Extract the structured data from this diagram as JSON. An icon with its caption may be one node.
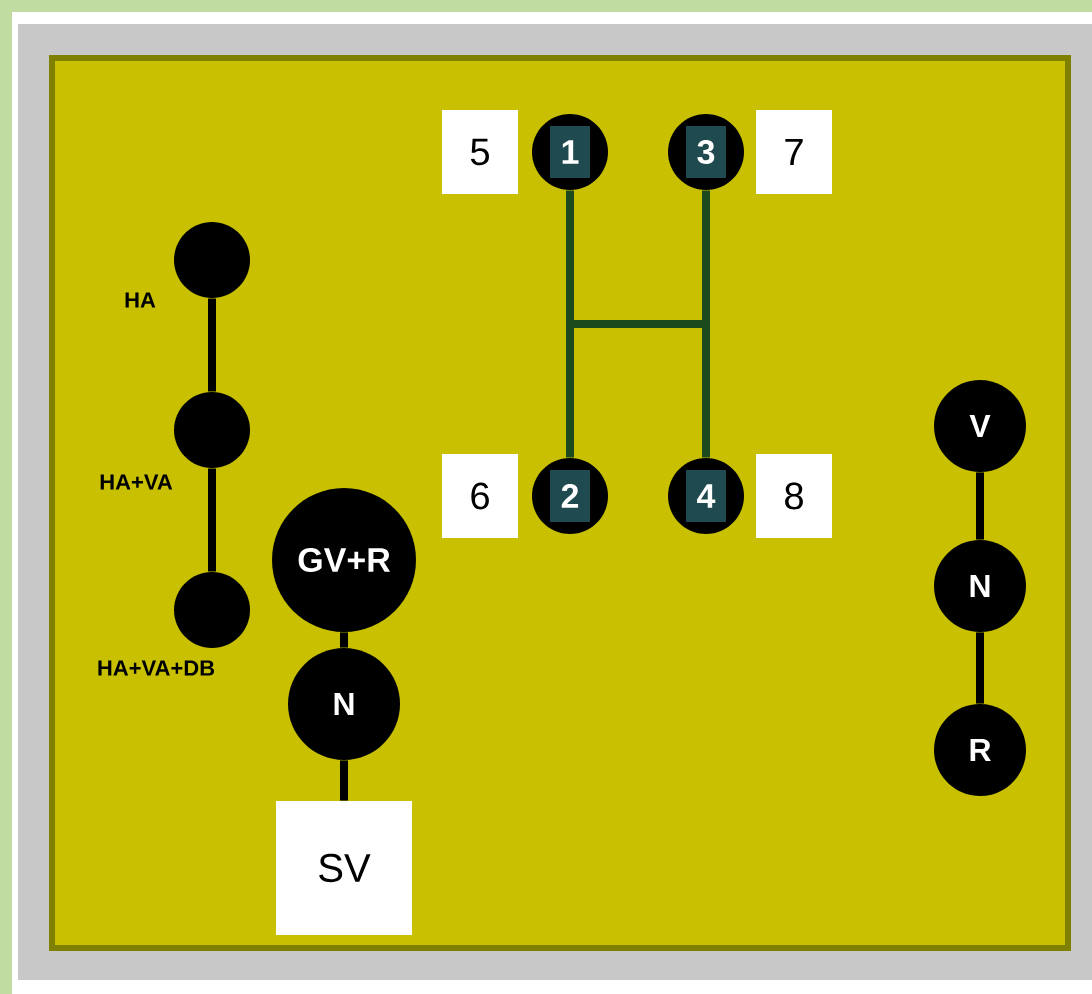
{
  "diagram": {
    "nodes": [
      {
        "text": [],
        "shape": "circle",
        "beside": [
          "HA"
        ]
      },
      {
        "text": [],
        "shape": "circle",
        "beside": [
          "HA+VA"
        ]
      },
      {
        "text": [],
        "shape": "circle",
        "beside": [
          "HA+VA+DB"
        ]
      },
      {
        "text": [
          "GV+R"
        ]
      },
      {
        "text": [
          "N"
        ]
      },
      {
        "text": [
          "SV"
        ]
      },
      {
        "text": [
          "5"
        ]
      },
      {
        "text": [
          "1"
        ]
      },
      {
        "text": [
          "3"
        ]
      },
      {
        "text": [
          "7"
        ]
      },
      {
        "text": [
          "V"
        ]
      },
      {
        "text": [
          "6"
        ]
      },
      {
        "text": [
          "2"
        ]
      },
      {
        "text": [
          "4"
        ]
      },
      {
        "text": [
          "8"
        ]
      },
      {
        "text": [
          "N"
        ]
      },
      {
        "text": [
          "R"
        ]
      }
    ],
    "edges": [
      {
        "from": 0,
        "to": 1,
        "arrow": "none"
      },
      {
        "from": 1,
        "to": 2,
        "arrow": "none"
      },
      {
        "from": 3,
        "to": 4,
        "arrow": "none"
      },
      {
        "from": 4,
        "to": 5,
        "arrow": "none"
      },
      {
        "from": 7,
        "to": 12,
        "arrow": "none",
        "color": "#1d4a1d"
      },
      {
        "from": 8,
        "to": 13,
        "arrow": "none",
        "color": "#1d4a1d"
      },
      {
        "from": 10,
        "to": 15,
        "arrow": "none"
      },
      {
        "from": 15,
        "to": 16,
        "arrow": "none"
      }
    ]
  }
}
